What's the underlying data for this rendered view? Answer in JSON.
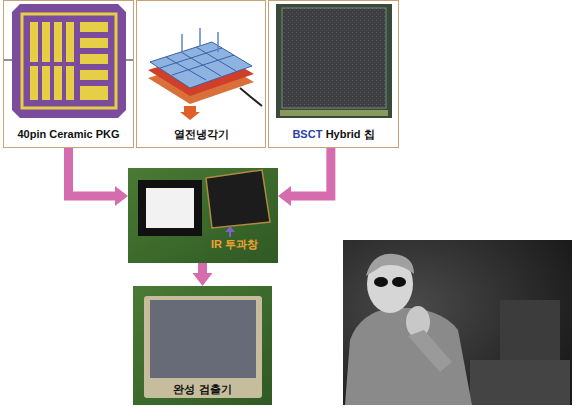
{
  "diagram": {
    "nodes": [
      {
        "text": [
          "40pin Ceramic PKG"
        ]
      },
      {
        "text": [
          "열전냉각기"
        ]
      },
      {
        "text": [
          "BSCT",
          "Hybrid 칩"
        ]
      },
      {
        "text": [
          "IR 투과창"
        ]
      },
      {
        "text": [
          "완성 검출기"
        ]
      }
    ],
    "edges": [
      {
        "from": 0,
        "to": 3,
        "arrow": "to"
      },
      {
        "from": 2,
        "to": 3,
        "arrow": "to"
      },
      {
        "from": 3,
        "to": 4,
        "arrow": "to"
      }
    ]
  }
}
